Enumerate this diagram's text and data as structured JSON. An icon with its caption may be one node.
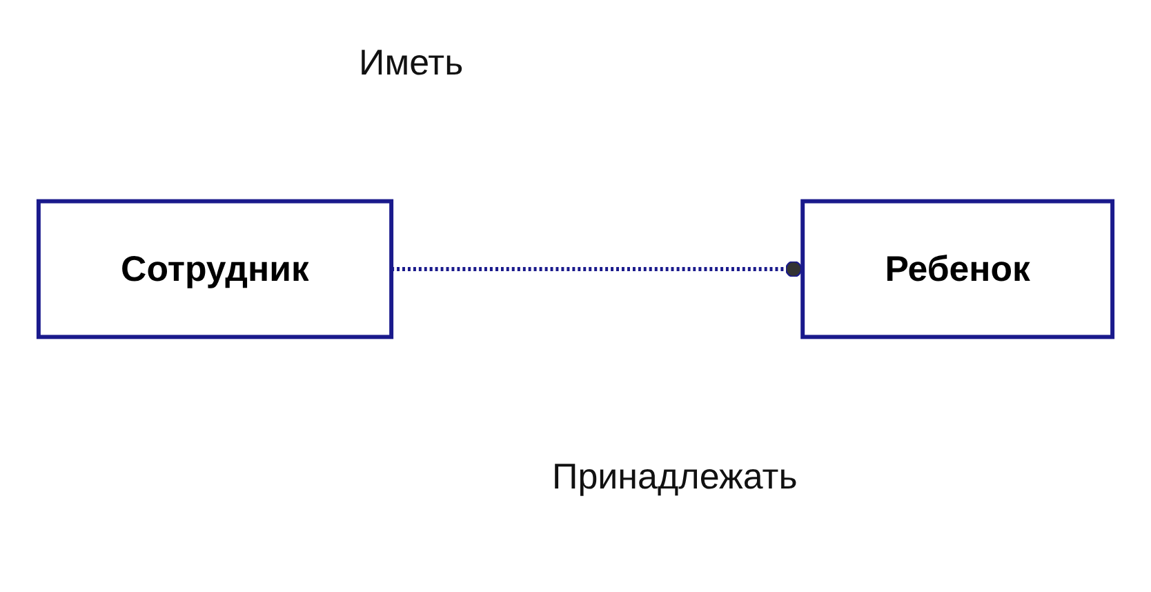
{
  "diagram": {
    "nodes": [
      {
        "text": [
          "Сотрудник"
        ]
      },
      {
        "text": [
          "Ребенок"
        ]
      }
    ],
    "edges": [
      {
        "from": 0,
        "to": 1,
        "arrow": "other",
        "style": "dashed"
      }
    ],
    "labels": [
      "Иметь",
      "Принадлежать"
    ]
  }
}
